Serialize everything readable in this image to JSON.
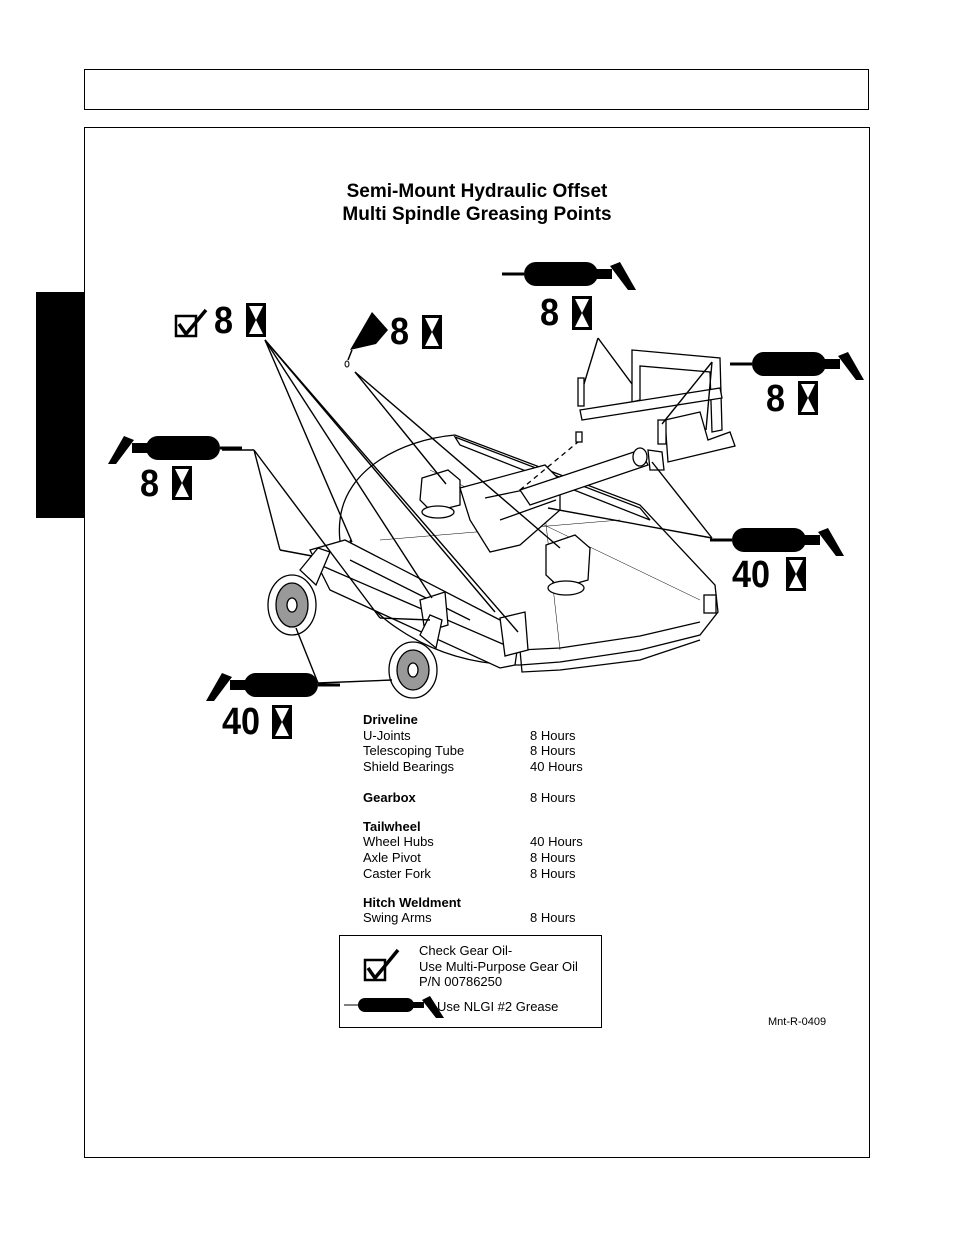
{
  "page": {
    "header_text": "",
    "side_tab_text": ""
  },
  "figure": {
    "title_line1": "Semi-Mount Hydraulic Offset",
    "title_line2": "Multi Spindle Greasing Points",
    "callouts": [
      {
        "icon": "check-box-icon",
        "interval": "8"
      },
      {
        "icon": "oil-can-icon",
        "interval": "8"
      },
      {
        "icon": "grease-gun-icon",
        "interval": "8"
      },
      {
        "icon": "grease-gun-icon",
        "interval": "8"
      },
      {
        "icon": "grease-gun-icon",
        "interval": "8"
      },
      {
        "icon": "grease-gun-icon",
        "interval": "40"
      },
      {
        "icon": "grease-gun-icon",
        "interval": "40"
      }
    ],
    "figure_code": "Mnt-R-0409"
  },
  "schedule": {
    "sections": [
      {
        "heading": "Driveline",
        "items": [
          {
            "name": "U-Joints",
            "value": "8 Hours"
          },
          {
            "name": "Telescoping Tube",
            "value": "8 Hours"
          },
          {
            "name": "Shield Bearings",
            "value": "40 Hours"
          }
        ]
      },
      {
        "heading": "Gearbox",
        "heading_value": "8 Hours",
        "items": []
      },
      {
        "heading": "Tailwheel",
        "items": [
          {
            "name": "Wheel Hubs",
            "value": "40 Hours"
          },
          {
            "name": "Axle Pivot",
            "value": "8 Hours"
          },
          {
            "name": "Caster Fork",
            "value": "8 Hours"
          }
        ]
      },
      {
        "heading": "Hitch Weldment",
        "items": [
          {
            "name": "Swing Arms",
            "value": "8 Hours"
          }
        ]
      }
    ]
  },
  "legend": {
    "check_line1": "Check Gear Oil-",
    "check_line2": "Use Multi-Purpose Gear Oil",
    "check_line3": "P/N 00786250",
    "grease_text": "Use NLGI #2 Grease"
  }
}
